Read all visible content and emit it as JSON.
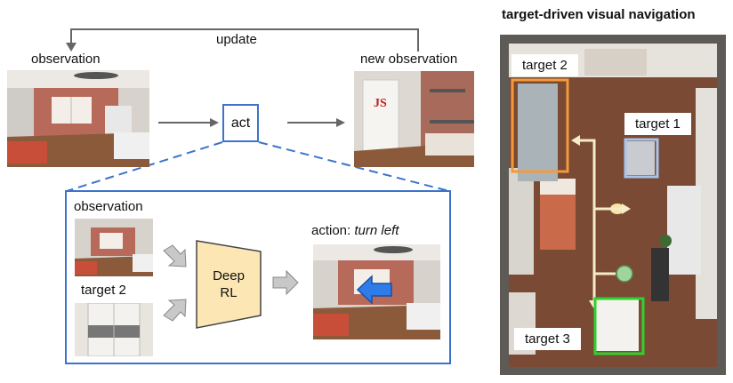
{
  "loop": {
    "update": "update",
    "observation": "observation",
    "new_observation": "new observation",
    "act": "act"
  },
  "detail": {
    "observation": "observation",
    "target": "target 2",
    "model_line1": "Deep",
    "model_line2": "RL",
    "action_prefix": "action: ",
    "action_value": "turn left"
  },
  "map": {
    "title": "target-driven visual navigation",
    "target1": "target 1",
    "target2": "target 2",
    "target3": "target 3"
  },
  "colors": {
    "accent_blue": "#3c74c9",
    "target1_box": "#a8c4ea",
    "target2_box": "#f39a3b",
    "target3_box": "#2ed22e",
    "path": "#f5ecc8",
    "rl_fill": "#fbe6b4"
  }
}
